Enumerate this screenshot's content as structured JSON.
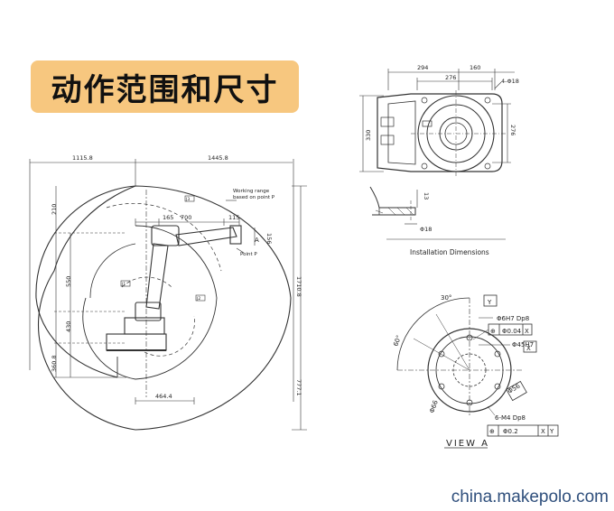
{
  "title": "动作范围和尺寸",
  "watermark": "china.makepolo.com",
  "range_view": {
    "dims_top": [
      "1115.8",
      "1445.8"
    ],
    "dims_inner": [
      "165",
      "700",
      "115"
    ],
    "dims_left": [
      "210",
      "550",
      "430",
      "360.8"
    ],
    "dims_right": [
      "1710.8",
      "777.1"
    ],
    "dim_bottom": "464.4",
    "dim_small": "156",
    "label_A": "A",
    "working_range": [
      "Working range",
      "based on point P"
    ],
    "point_p": "Point P",
    "arm_labels": [
      "J3",
      "J1",
      "J2"
    ]
  },
  "base_plan": {
    "dims_top": [
      "294",
      "160"
    ],
    "dim_276_top": "276",
    "holes": "4-Φ18",
    "dim_330": "330",
    "dim_276_right": "276"
  },
  "section": {
    "dim_13": "13",
    "dim_18": "Φ18",
    "caption": "Installation Dimensions"
  },
  "view_a": {
    "angle_30": "30°",
    "angle_60": "60°",
    "datum_y": "Y",
    "hole_label": "Φ6H7 Dp8",
    "tol1_sym": "⊕",
    "tol1_val": "Φ0.04",
    "tol1_ref": "X",
    "bore_label": "Φ45H7",
    "datum_x": "X",
    "dia_56": "Φ56",
    "dia_66": "Φ66",
    "thread_label": "6-M4 Dp8",
    "tol2_val": "Φ0.2",
    "tol2_ref1": "X",
    "tol2_ref2": "Y",
    "caption": "VIEW A"
  }
}
